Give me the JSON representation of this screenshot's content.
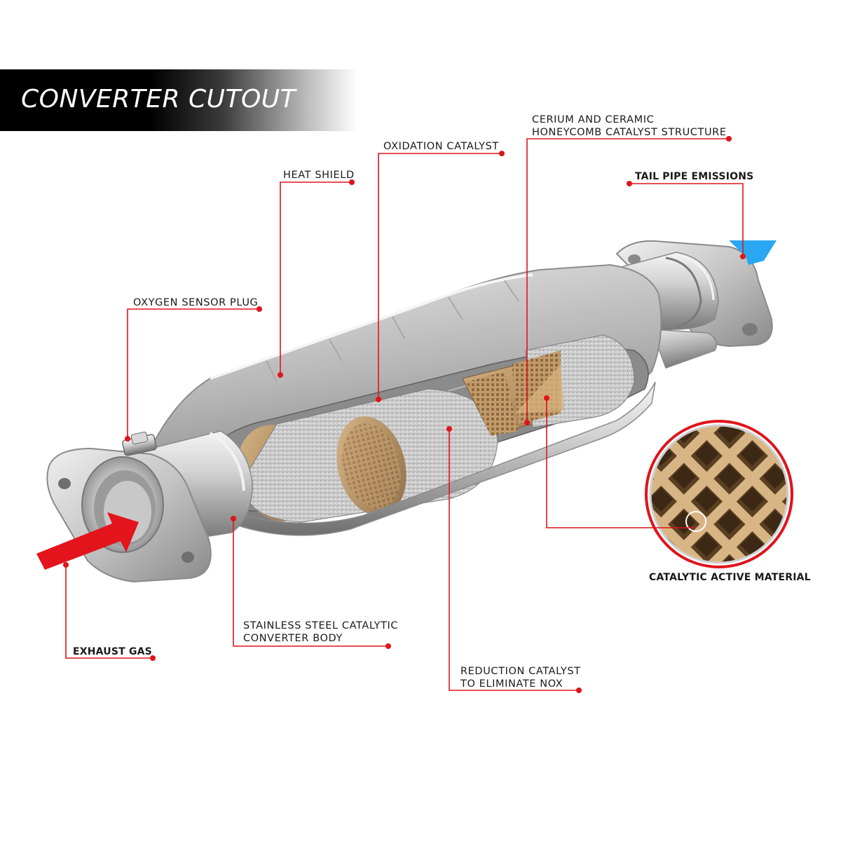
{
  "title": "CONVERTER CUTOUT",
  "labels": {
    "heat_shield": "HEAT SHIELD",
    "oxidation_catalyst": "OXIDATION CATALYST",
    "cerium_line1": "CERIUM AND CERAMIC",
    "cerium_line2": "HONEYCOMB CATALYST STRUCTURE",
    "tail_pipe": "TAIL PIPE EMISSIONS",
    "oxygen_sensor": "OXYGEN SENSOR PLUG",
    "catalytic_active": "CATALYTIC ACTIVE MATERIAL",
    "exhaust_gas": "EXHAUST GAS",
    "stainless_line1": "STAINLESS STEEL CATALYTIC",
    "stainless_line2": "CONVERTER BODY",
    "reduction_line1": "REDUCTION CATALYST",
    "reduction_line2": "TO ELIMINATE NOX"
  },
  "colors": {
    "leader": "#e0141b",
    "inlet_arrow": "#e3141b",
    "outlet_arrow": "#2aa7f2",
    "ceramic": "#b9966a"
  },
  "icons": {
    "inlet": "arrow-right-icon",
    "outlet": "arrow-right-icon"
  }
}
